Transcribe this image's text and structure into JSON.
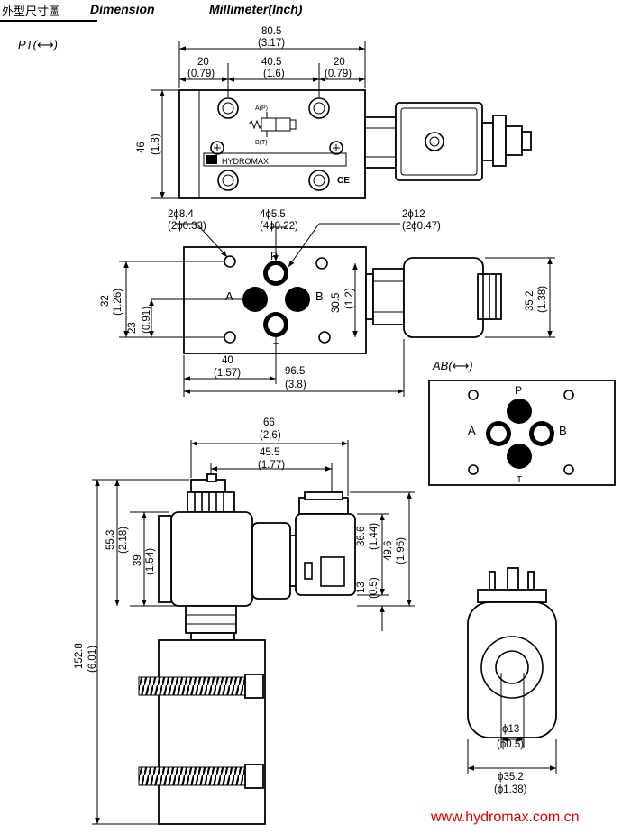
{
  "header": {
    "chinese_title": "外型尺寸圖",
    "dimension": "Dimension",
    "units": "Millimeter(Inch)"
  },
  "labels": {
    "pt_view": "PT(⟷)",
    "ab_view": "AB(⟷)",
    "brand": "HYDROMAX",
    "ce": "CE",
    "port_a_sym": "A(P)",
    "port_b_sym": "B(T)"
  },
  "ports": {
    "p": "P",
    "a": "A",
    "b": "B",
    "t": "T"
  },
  "dims": {
    "d1": "80.5",
    "d1i": "(3.17)",
    "d2": "20",
    "d2i": "(0.79)",
    "d3": "40.5",
    "d3i": "(1.6)",
    "d4": "20",
    "d4i": "(0.79)",
    "d5": "46",
    "d5i": "(1.8)",
    "d6": "2ϕ8.4",
    "d6i": "(2ϕ0.33)",
    "d7": "4ϕ5.5",
    "d7i": "(4ϕ0.22)",
    "d8": "2ϕ12",
    "d8i": "(2ϕ0.47)",
    "d9": "32",
    "d9i": "(1.26)",
    "d10": "23",
    "d10i": "(0.91)",
    "d11": "30.5",
    "d11i": "(1.2)",
    "d12": "35.2",
    "d12i": "(1.38)",
    "d13": "40",
    "d13i": "(1.57)",
    "d14": "96.5",
    "d14i": "(3.8)",
    "d15": "66",
    "d15i": "(2.6)",
    "d16": "45.5",
    "d16i": "(1.77)",
    "d17": "55.3",
    "d17i": "(2.18)",
    "d18": "39",
    "d18i": "(1.54)",
    "d19": "36.6",
    "d19i": "(1.44)",
    "d20": "49.6",
    "d20i": "(1.95)",
    "d21": "13",
    "d21i": "(0.5)",
    "d22": "152.8",
    "d22i": "(6.01)",
    "d23": "ϕ13",
    "d23i": "(ϕ0.5)",
    "d24": "ϕ35.2",
    "d24i": "(ϕ1.38)"
  },
  "footer": {
    "website": "www.hydromax.com.cn"
  },
  "colors": {
    "line": "#000000",
    "website": "#e00000"
  }
}
